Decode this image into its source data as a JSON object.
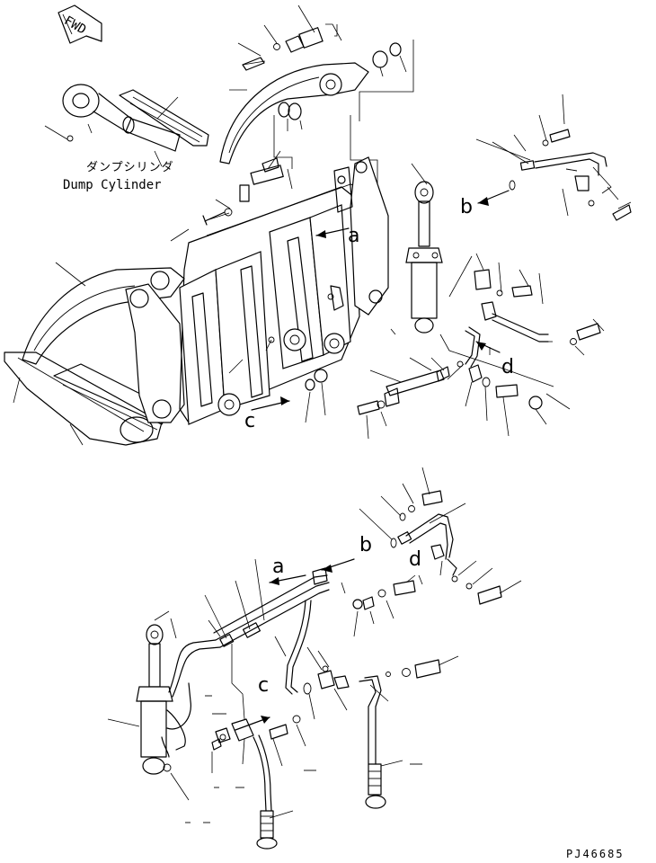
{
  "fwd_label": "FWD",
  "dump_cylinder": {
    "jp": "ダンプシリンダ",
    "en": "Dump Cylinder"
  },
  "callouts": {
    "a_top": "a",
    "b_top": "b",
    "c_top": "c",
    "d_top": "d",
    "a_bottom": "a",
    "b_bottom": "b",
    "c_bottom": "c",
    "d_bottom": "d"
  },
  "figure_code": "PJ46685"
}
